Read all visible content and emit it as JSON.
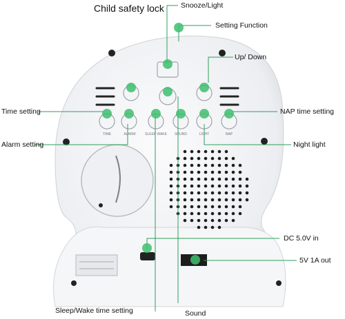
{
  "labels": {
    "child_lock": "Child safety lock",
    "snooze": "Snooze/Light",
    "setting_function": "Setting Function",
    "up_down": "Up/ Down",
    "time_setting": "Time setting",
    "nap_time_setting": "NAP time setting",
    "alarm_setting": "Alarm setting",
    "night_light": "Night light",
    "dc_in": "DC 5.0V in",
    "usb_out": "5V 1A out",
    "sleep_wake": "Sleep/Wake time setting",
    "sound": "Sound"
  },
  "button_labels": [
    "TIME",
    "ALARM",
    "SLEEP WAKE",
    "SOUND",
    "LIGHT",
    "NAP"
  ],
  "colors": {
    "accent": "#3fbf6f",
    "line": "#2f9e5c",
    "device": "#f2f3f5",
    "shadow": "#c9ccd2"
  }
}
